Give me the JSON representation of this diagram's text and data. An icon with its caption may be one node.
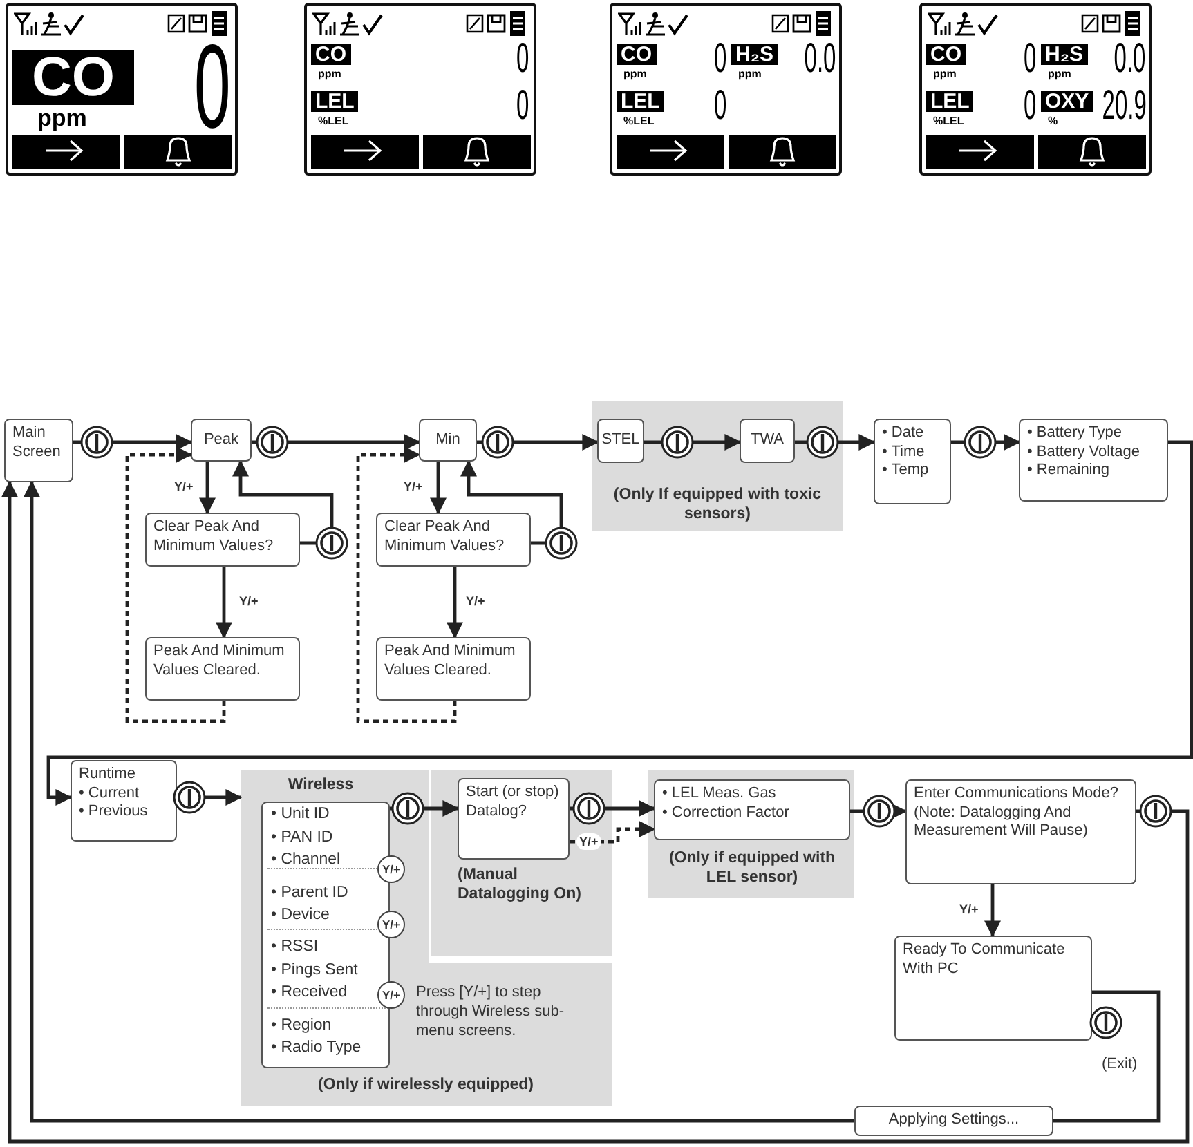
{
  "diagram": {
    "nodes": [
      {
        "text": [
          "CO",
          "ppm",
          "0"
        ]
      },
      {
        "text": [
          "CO",
          "ppm",
          "0",
          "LEL",
          "%LEL",
          "0"
        ]
      },
      {
        "text": [
          "CO",
          "ppm",
          "0",
          "H₂S",
          "ppm",
          "0.0",
          "LEL",
          "%LEL",
          "0"
        ]
      },
      {
        "text": [
          "CO",
          "ppm",
          "0",
          "H₂S",
          "ppm",
          "0.0",
          "LEL",
          "%LEL",
          "0",
          "OXY",
          "%",
          "20.9"
        ]
      },
      {
        "text": [
          "Main Screen"
        ]
      },
      {
        "text": [
          "Peak"
        ]
      },
      {
        "text": [
          "Clear Peak And Minimum Values?"
        ]
      },
      {
        "text": [
          "Peak And Minimum Values Cleared."
        ]
      },
      {
        "text": [
          "Min"
        ]
      },
      {
        "text": [
          "Clear Peak And Minimum Values?"
        ]
      },
      {
        "text": [
          "Peak And Minimum Values Cleared."
        ]
      },
      {
        "text": [
          "(Only If equipped with toxic sensors)"
        ]
      },
      {
        "text": [
          "STEL"
        ],
        "in": 11
      },
      {
        "text": [
          "TWA"
        ],
        "in": 11
      },
      {
        "text": [
          "• Date",
          "• Time",
          "• Temp"
        ]
      },
      {
        "text": [
          "• Battery Type",
          "• Battery Voltage",
          "• Remaining"
        ]
      },
      {
        "text": [
          "Runtime",
          "• Current",
          "• Previous"
        ]
      },
      {
        "text": [
          "Wireless",
          "Press [Y/+] to step through Wireless sub-menu screens.",
          "(Only if wirelessly equipped)"
        ]
      },
      {
        "text": [
          "• Unit ID",
          "• PAN ID",
          "• Channel",
          "• Parent ID",
          "• Device",
          "• RSSI",
          "• Pings Sent",
          "• Received",
          "• Region",
          "• Radio Type"
        ],
        "in": 17
      },
      {
        "text": [
          "Y/+"
        ],
        "in": 17
      },
      {
        "text": [
          "Y/+"
        ],
        "in": 17
      },
      {
        "text": [
          "Y/+"
        ],
        "in": 17
      },
      {
        "text": [
          "(Manual Datalogging On)"
        ]
      },
      {
        "text": [
          "Start (or stop) Datalog?"
        ],
        "in": 22
      },
      {
        "text": [
          "(Only if equipped with LEL sensor)"
        ]
      },
      {
        "text": [
          "• LEL Meas. Gas",
          "• Correction Factor"
        ],
        "in": 24
      },
      {
        "text": [
          "Enter Communications Mode? (Note: Datalogging And Measurement Will Pause)"
        ]
      },
      {
        "text": [
          "Ready To Communicate With PC"
        ]
      },
      {
        "text": [
          "Applying Settings..."
        ]
      }
    ],
    "edges": [
      {
        "from": 4,
        "to": 5,
        "arrow": "to"
      },
      {
        "from": 5,
        "to": 6,
        "arrow": "to",
        "label": "Y/+"
      },
      {
        "from": 6,
        "to": 7,
        "arrow": "to",
        "label": "Y/+"
      },
      {
        "from": 6,
        "to": 5,
        "arrow": "to"
      },
      {
        "from": 7,
        "to": 5,
        "arrow": "to",
        "style": "dashed"
      },
      {
        "from": 5,
        "to": 8,
        "arrow": "to"
      },
      {
        "from": 8,
        "to": 9,
        "arrow": "to",
        "label": "Y/+"
      },
      {
        "from": 9,
        "to": 10,
        "arrow": "to",
        "label": "Y/+"
      },
      {
        "from": 9,
        "to": 8,
        "arrow": "to"
      },
      {
        "from": 10,
        "to": 8,
        "arrow": "to",
        "style": "dashed"
      },
      {
        "from": 8,
        "to": 12,
        "arrow": "to"
      },
      {
        "from": 12,
        "to": 13,
        "arrow": "to"
      },
      {
        "from": 13,
        "to": 14,
        "arrow": "to"
      },
      {
        "from": 14,
        "to": 15,
        "arrow": "to"
      },
      {
        "from": 15,
        "to": 16,
        "arrow": "to"
      },
      {
        "from": 16,
        "to": 17,
        "arrow": "to"
      },
      {
        "from": 18,
        "to": 23,
        "arrow": "to"
      },
      {
        "from": 23,
        "to": 25,
        "arrow": "to"
      },
      {
        "from": 23,
        "to": 25,
        "arrow": "to",
        "label": "Y/+",
        "style": "dashed"
      },
      {
        "from": 25,
        "to": 26,
        "arrow": "to"
      },
      {
        "from": 26,
        "to": 27,
        "arrow": "to",
        "label": "Y/+"
      },
      {
        "from": 26,
        "to": 4,
        "arrow": "to"
      },
      {
        "from": 27,
        "to": 28,
        "arrow": "none",
        "label": "(Exit)"
      },
      {
        "from": 28,
        "to": 4,
        "arrow": "to"
      }
    ]
  }
}
